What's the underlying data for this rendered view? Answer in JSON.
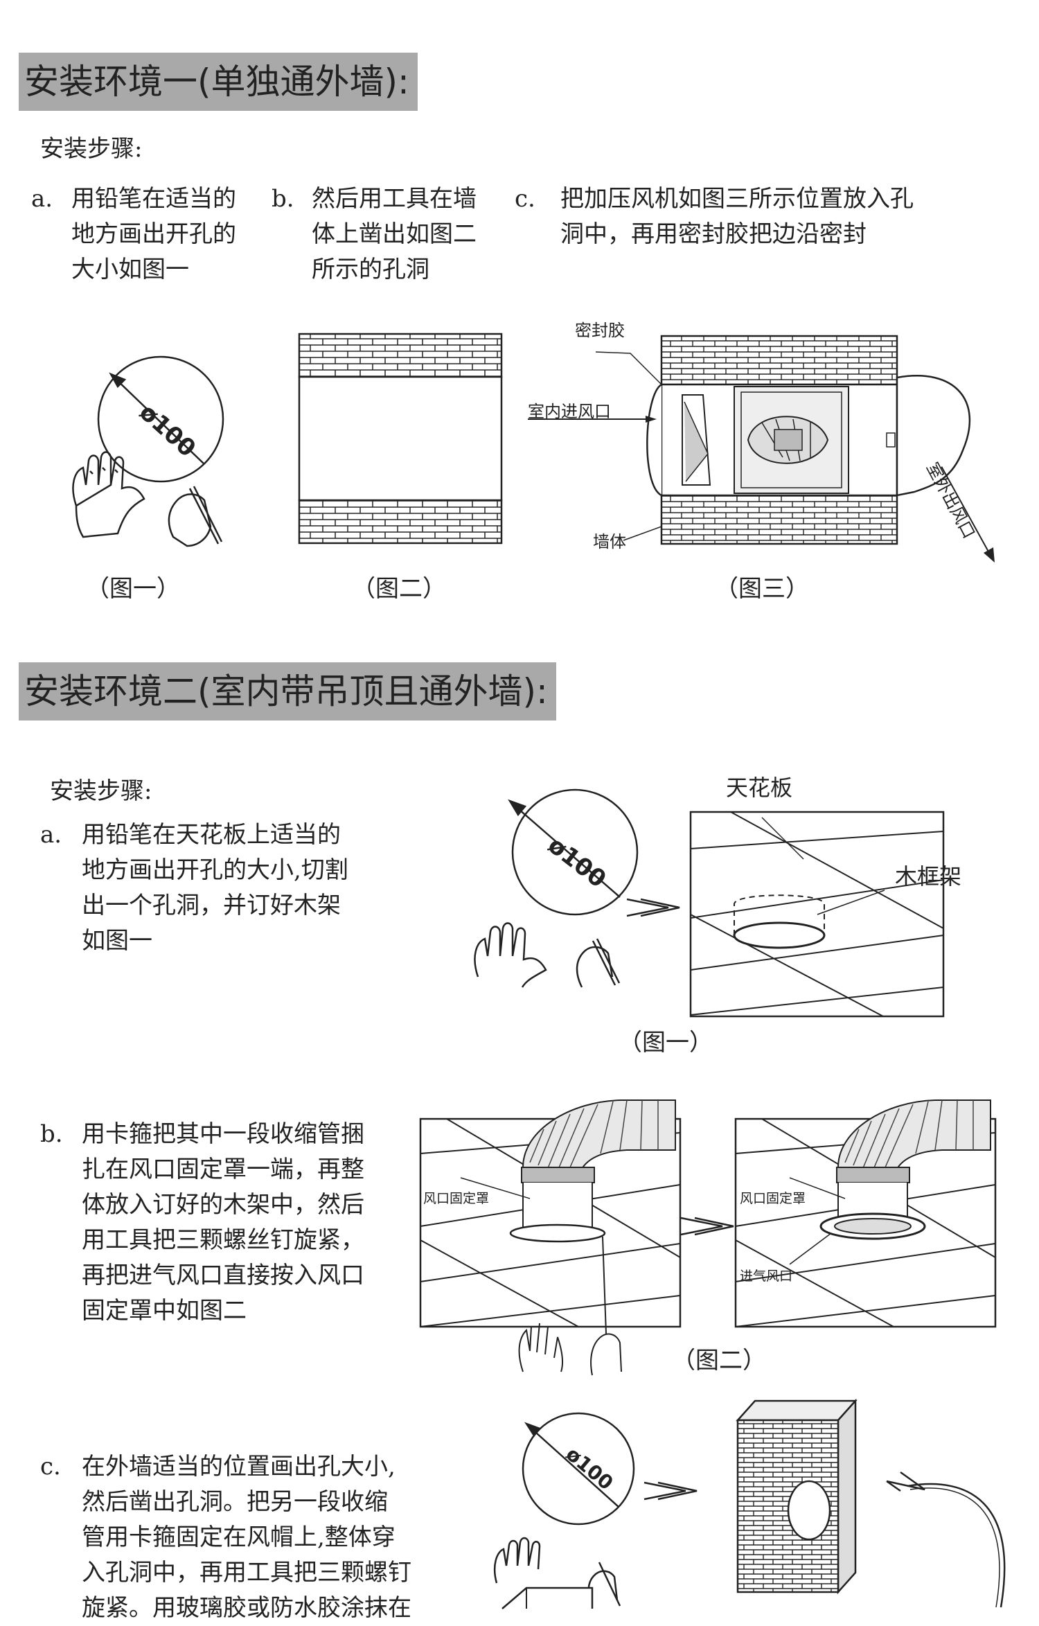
{
  "section1": {
    "title": "安装环境一(单独通外墙):",
    "steps_label": "安装步骤:",
    "step_a": {
      "marker": "a.",
      "lines": [
        "用铅笔在适当的",
        "地方画出开孔的",
        "大小如图一"
      ]
    },
    "step_b": {
      "marker": "b.",
      "lines": [
        "然后用工具在墙",
        "体上凿出如图二",
        "所示的孔洞"
      ]
    },
    "step_c": {
      "marker": "c.",
      "lines": [
        "把加压风机如图三所示位置放入孔",
        "洞中，再用密封胶把边沿密封"
      ]
    },
    "fig1": {
      "dim": "ø100",
      "caption": "（图一）"
    },
    "fig2": {
      "caption": "（图二）"
    },
    "fig3": {
      "sealant": "密封胶",
      "indoor_inlet": "室内进风口",
      "wall": "墙体",
      "outdoor_outlet": "室外出风口",
      "caption": "（图三）"
    }
  },
  "section2": {
    "title": "安装环境二(室内带吊顶且通外墙):",
    "steps_label": "安装步骤:",
    "step_a": {
      "marker": "a.",
      "lines": [
        "用铅笔在天花板上适当的",
        "地方画出开孔的大小,切割",
        "出一个孔洞，并订好木架",
        "如图一"
      ]
    },
    "step_b": {
      "marker": "b.",
      "lines": [
        "用卡箍把其中一段收缩管捆",
        "扎在风口固定罩一端，再整",
        "体放入订好的木架中，然后",
        "用工具把三颗螺丝钉旋紧，",
        "再把进气风口直接按入风口",
        "固定罩中如图二"
      ]
    },
    "step_c": {
      "marker": "c.",
      "lines": [
        "在外墙适当的位置画出孔大小,",
        "然后凿出孔洞。把另一段收缩",
        "管用卡箍固定在风帽上,整体穿",
        "入孔洞中，再用工具把三颗螺钉",
        "旋紧。用玻璃胶或防水胶涂抹在"
      ]
    },
    "fig1": {
      "dim": "ø100",
      "ceiling": "天花板",
      "frame": "木框架",
      "caption": "（图一）"
    },
    "fig2": {
      "cover_left": "风口固定罩",
      "cover_right": "风口固定罩",
      "inlet": "进气风口",
      "caption": "（图二）"
    },
    "fig3": {
      "dim": "ø100"
    }
  }
}
